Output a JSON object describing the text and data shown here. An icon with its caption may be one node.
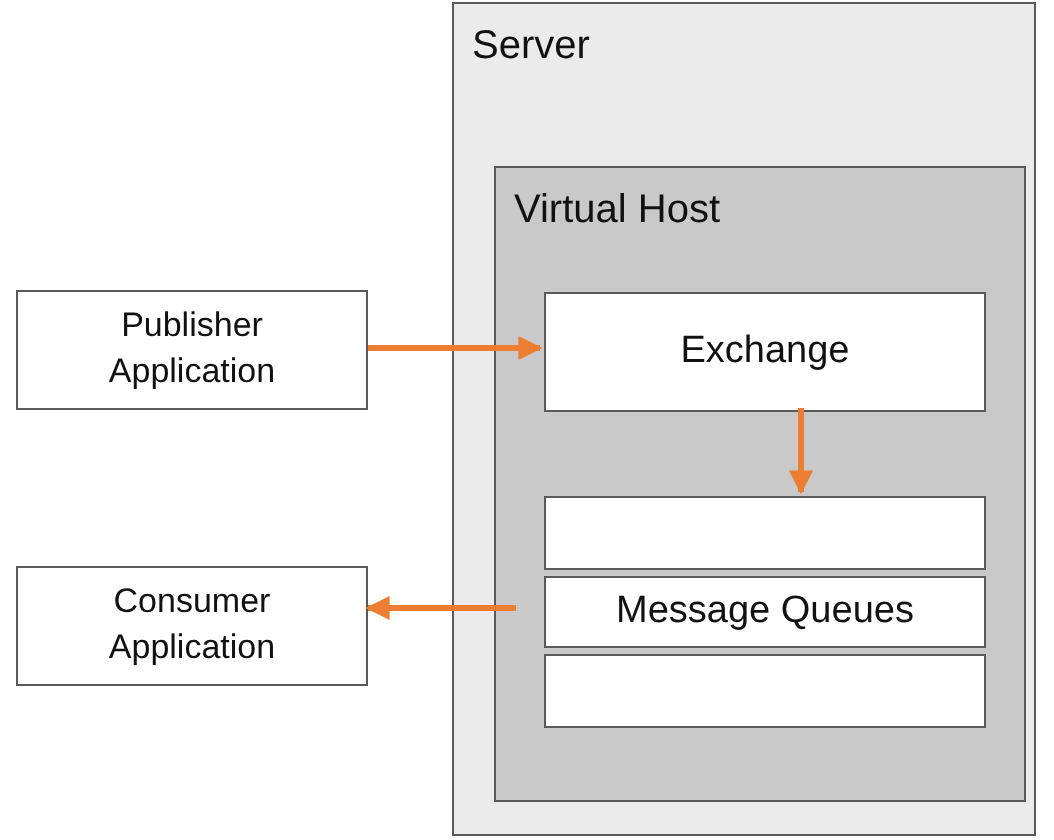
{
  "diagram": {
    "nodes": [
      {
        "text": [
          "Server"
        ]
      },
      {
        "text": [
          "Virtual Host"
        ],
        "in": 0
      },
      {
        "text": [
          "Publisher Application"
        ]
      },
      {
        "text": [
          "Exchange"
        ],
        "in": 1
      },
      {
        "text": [],
        "shape": "box",
        "in": 1
      },
      {
        "text": [
          "Message Queues"
        ],
        "in": 1
      },
      {
        "text": [],
        "shape": "box",
        "in": 1
      },
      {
        "text": [
          "Consumer Application"
        ]
      }
    ],
    "edges": [
      {
        "from": 2,
        "to": 3,
        "arrow": "to"
      },
      {
        "from": 3,
        "to": 4,
        "arrow": "to"
      },
      {
        "from": 5,
        "to": 7,
        "arrow": "to"
      }
    ]
  }
}
